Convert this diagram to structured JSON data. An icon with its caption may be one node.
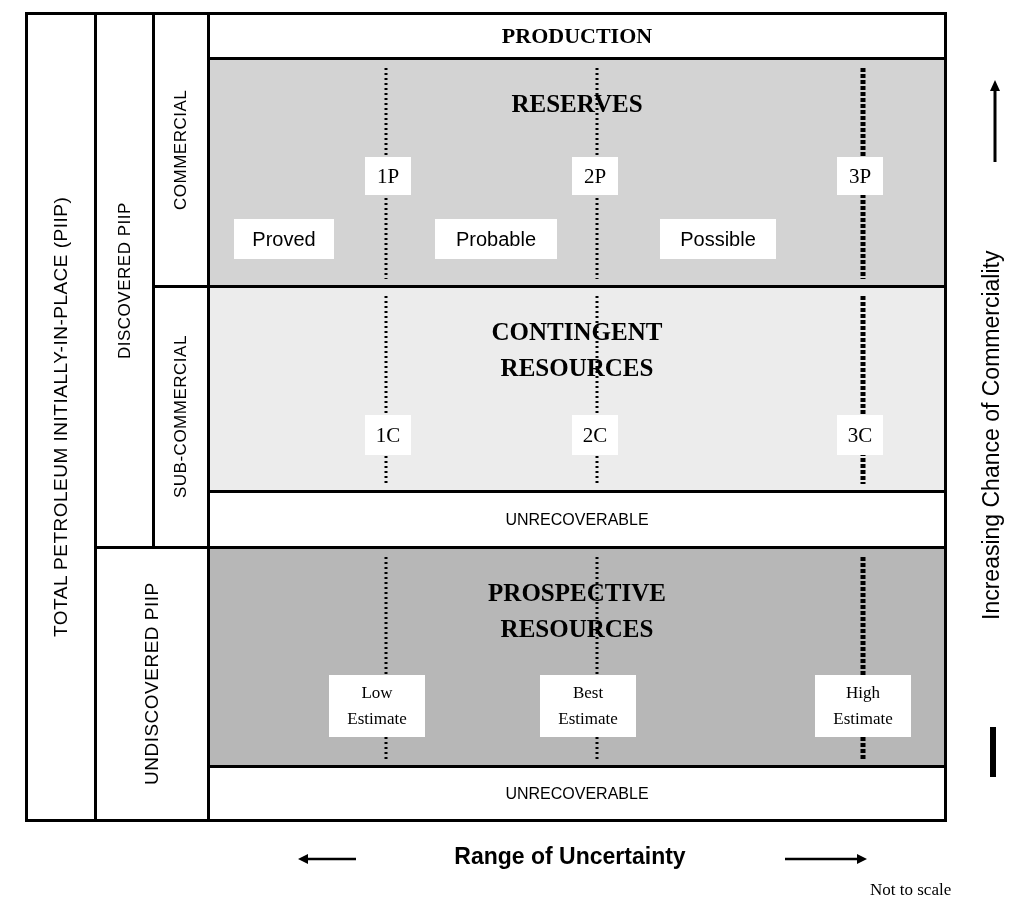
{
  "diagram": {
    "caption": "Not to scale",
    "nodes": [
      {
        "text": [
          "TOTAL PETROLEUM INITIALLY-IN-PLACE (PIIP)"
        ]
      },
      {
        "text": [
          "DISCOVERED PIIP"
        ]
      },
      {
        "text": [
          "COMMERCIAL"
        ]
      },
      {
        "text": [
          "SUB-COMMERCIAL"
        ]
      },
      {
        "text": [
          "UNDISCOVERED PIIP"
        ]
      },
      {
        "text": [
          "PRODUCTION"
        ]
      },
      {
        "text": [
          "RESERVES"
        ]
      },
      {
        "text": [
          "1P"
        ],
        "in": 6
      },
      {
        "text": [
          "2P"
        ],
        "in": 6
      },
      {
        "text": [
          "3P"
        ],
        "in": 6
      },
      {
        "text": [
          "Proved"
        ],
        "in": 6
      },
      {
        "text": [
          "Probable"
        ],
        "in": 6
      },
      {
        "text": [
          "Possible"
        ],
        "in": 6
      },
      {
        "text": [
          "CONTINGENT RESOURCES"
        ]
      },
      {
        "text": [
          "1C"
        ],
        "in": 13
      },
      {
        "text": [
          "2C"
        ],
        "in": 13
      },
      {
        "text": [
          "3C"
        ],
        "in": 13
      },
      {
        "text": [
          "UNRECOVERABLE"
        ]
      },
      {
        "text": [
          "PROSPECTIVE RESOURCES"
        ]
      },
      {
        "text": [
          "Low Estimate"
        ],
        "in": 18
      },
      {
        "text": [
          "Best Estimate"
        ],
        "in": 18
      },
      {
        "text": [
          "High Estimate"
        ],
        "in": 18
      },
      {
        "text": [
          "UNRECOVERABLE"
        ]
      }
    ],
    "labels": [
      "Increasing Chance of Commerciality",
      "Range of Uncertainty"
    ]
  }
}
